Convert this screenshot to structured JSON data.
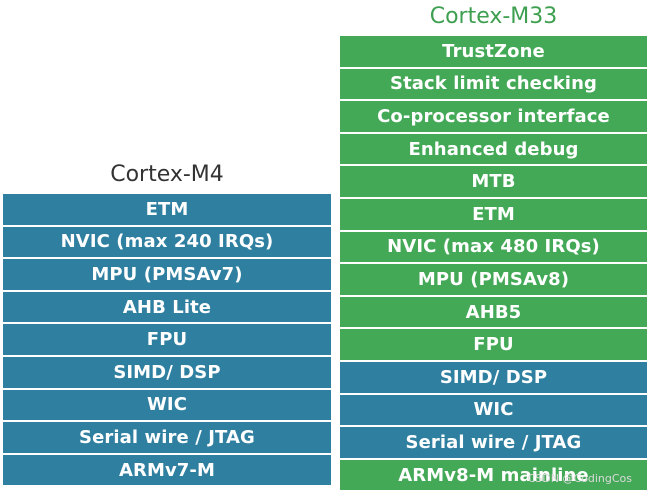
{
  "cortex_m4": {
    "title": "Cortex-M4",
    "blocks": [
      {
        "label": "ETM",
        "color": "blue"
      },
      {
        "label": "NVIC (max 240 IRQs)",
        "color": "blue"
      },
      {
        "label": "MPU (PMSAv7)",
        "color": "blue"
      },
      {
        "label": "AHB Lite",
        "color": "blue"
      },
      {
        "label": "FPU",
        "color": "blue"
      },
      {
        "label": "SIMD/ DSP",
        "color": "blue"
      },
      {
        "label": "WIC",
        "color": "blue"
      },
      {
        "label": "Serial wire / JTAG",
        "color": "blue"
      },
      {
        "label": "ARMv7-M",
        "color": "blue"
      }
    ]
  },
  "cortex_m33": {
    "title": "Cortex-M33",
    "blocks": [
      {
        "label": "TrustZone",
        "color": "green"
      },
      {
        "label": "Stack limit checking",
        "color": "green"
      },
      {
        "label": "Co-processor interface",
        "color": "green"
      },
      {
        "label": "Enhanced debug",
        "color": "green"
      },
      {
        "label": "MTB",
        "color": "green"
      },
      {
        "label": "ETM",
        "color": "green"
      },
      {
        "label": "NVIC (max 480 IRQs)",
        "color": "green"
      },
      {
        "label": "MPU (PMSAv8)",
        "color": "green"
      },
      {
        "label": "AHB5",
        "color": "green"
      },
      {
        "label": "FPU",
        "color": "green"
      },
      {
        "label": "SIMD/ DSP",
        "color": "blue"
      },
      {
        "label": "WIC",
        "color": "blue"
      },
      {
        "label": "Serial wire / JTAG",
        "color": "blue"
      },
      {
        "label": "ARMv8-M mainline",
        "color": "green"
      }
    ]
  },
  "colors": {
    "blue": "#2f7fa0",
    "green": "#44a957",
    "m33_title": "#3d9f4f"
  },
  "watermark": "CSDN @CodingCos"
}
